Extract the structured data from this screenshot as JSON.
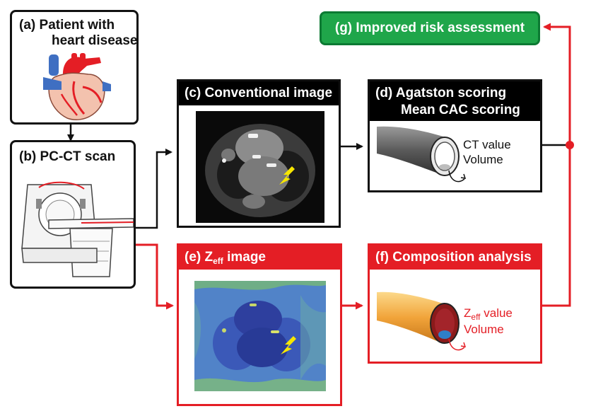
{
  "boxes": {
    "a": {
      "label": "(a)",
      "line1": "Patient with",
      "line2": "heart disease"
    },
    "b": {
      "label": "(b)",
      "title": "PC-CT scan"
    },
    "c": {
      "label": "(c)",
      "title": "Conventional image"
    },
    "d": {
      "label": "(d)",
      "line1": "Agatston scoring",
      "line2": "Mean CAC scoring",
      "value_label": "CT value",
      "volume_label": "Volume"
    },
    "e": {
      "label": "(e)",
      "title_main": "Z",
      "title_sub": "eff",
      "title_rest": "image"
    },
    "f": {
      "label": "(f)",
      "title": "Composition analysis",
      "value_main": "Z",
      "value_sub": "eff",
      "value_rest": "value",
      "volume_label": "Volume"
    },
    "g": {
      "label": "(g)",
      "title": "Improved risk assessment"
    }
  },
  "colors": {
    "black": "#111111",
    "red": "#e41e25",
    "green": "#1fa64a",
    "green_border": "#0c7a33"
  }
}
